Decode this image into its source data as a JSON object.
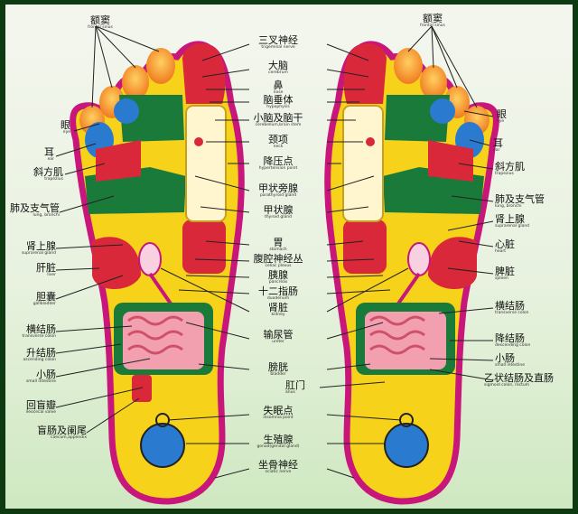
{
  "labels": {
    "frontal_sinus_left": {
      "zh": "额窦",
      "en": "frontal sinus"
    },
    "frontal_sinus_right": {
      "zh": "额窦",
      "en": "frontal sinus"
    },
    "trigeminal": {
      "zh": "三叉神经",
      "en": "trigeminal nerve"
    },
    "cerebrum": {
      "zh": "大脑",
      "en": "cerebrum"
    },
    "nose": {
      "zh": "鼻",
      "en": "nose"
    },
    "hypophysis": {
      "zh": "脑垂体",
      "en": "hypophysis"
    },
    "cerebellum": {
      "zh": "小脑及脑干",
      "en": "cerebellum,brain stem"
    },
    "neck": {
      "zh": "颈项",
      "en": "neck"
    },
    "hypertension": {
      "zh": "降压点",
      "en": "hypertension point"
    },
    "parathyroid": {
      "zh": "甲状旁腺",
      "en": "parathyroid gland"
    },
    "thyroid": {
      "zh": "甲状腺",
      "en": "thyroid gland"
    },
    "stomach": {
      "zh": "胃",
      "en": "stomach"
    },
    "celiac": {
      "zh": "腹腔神经丛",
      "en": "celiac plexus"
    },
    "pancreas": {
      "zh": "胰腺",
      "en": "pancreas"
    },
    "duodenum": {
      "zh": "十二指肠",
      "en": "duodenum"
    },
    "kidney": {
      "zh": "肾脏",
      "en": "kidney"
    },
    "ureter": {
      "zh": "输尿管",
      "en": "ureter"
    },
    "bladder": {
      "zh": "膀胱",
      "en": "bladder"
    },
    "insomnia": {
      "zh": "失眠点",
      "en": "insomnia point"
    },
    "gonad": {
      "zh": "生殖腺",
      "en": "gonad(genital gland)"
    },
    "sciatic": {
      "zh": "坐骨神经",
      "en": "sciatic nerve"
    },
    "eye_left": {
      "zh": "眼",
      "en": "eye"
    },
    "ear_left": {
      "zh": "耳",
      "en": "ear"
    },
    "trapezius_left": {
      "zh": "斜方肌",
      "en": "trapezius"
    },
    "lung_left": {
      "zh": "肺及支气管",
      "en": "lung, bronchi"
    },
    "adrenal_left": {
      "zh": "肾上腺",
      "en": "suprarenal gland"
    },
    "liver": {
      "zh": "肝脏",
      "en": "liver"
    },
    "gallbladder": {
      "zh": "胆囊",
      "en": "gallbladder"
    },
    "transverse_left": {
      "zh": "横结肠",
      "en": "transverse colon"
    },
    "ascending": {
      "zh": "升结肠",
      "en": "ascending colon"
    },
    "small_int_left": {
      "zh": "小肠",
      "en": "small intestine"
    },
    "ileocecal": {
      "zh": "回盲瓣",
      "en": "ileocecal valve"
    },
    "caecum": {
      "zh": "盲肠及阑尾",
      "en": "caecum,appendix"
    },
    "eye_right": {
      "zh": "眼",
      "en": "eye"
    },
    "ear_right": {
      "zh": "耳",
      "en": "ear"
    },
    "trapezius_right": {
      "zh": "斜方肌",
      "en": "trapezius"
    },
    "lung_right": {
      "zh": "肺及支气管",
      "en": "lung, bronchi"
    },
    "adrenal_right": {
      "zh": "肾上腺",
      "en": "suprarenal gland"
    },
    "heart": {
      "zh": "心脏",
      "en": "heart"
    },
    "spleen": {
      "zh": "脾脏",
      "en": "spleen"
    },
    "transverse_right": {
      "zh": "横结肠",
      "en": "transverse colon"
    },
    "descending": {
      "zh": "降结肠",
      "en": "descending colon"
    },
    "small_int_right": {
      "zh": "小肠",
      "en": "small intestine"
    },
    "anus": {
      "zh": "肛门",
      "en": "anus"
    },
    "sigmoid": {
      "zh": "乙状结肠及直肠",
      "en": "sigmoid colon, rectum"
    }
  },
  "colors": {
    "border": "#0d3a10",
    "foot_outline": "#c8167a",
    "sole_yellow": "#f6d21a",
    "green_zone": "#1a7a3a",
    "orange_toe": "#f08a2a",
    "red_zone": "#d8283a",
    "blue_zone": "#2a7ad0",
    "intestine": "#f2a0b0",
    "leader_line": "#222222"
  }
}
